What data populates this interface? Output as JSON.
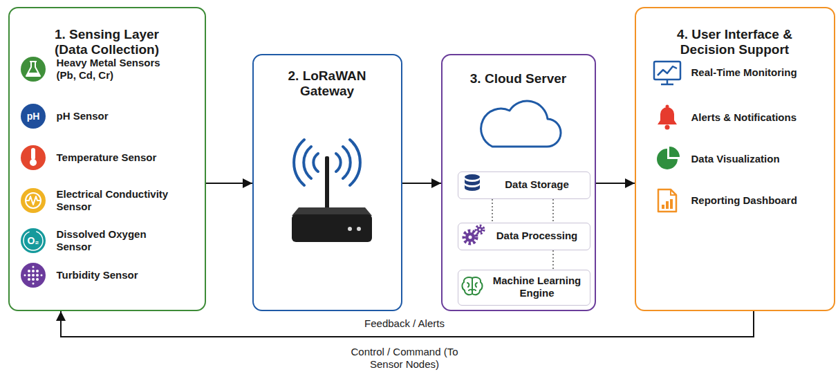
{
  "diagram": {
    "nodes": [
      {
        "text": [
          "1. Sensing Layer (Data Collection)",
          "Heavy Metal Sensors (Pb, Cd, Cr)",
          "pH Sensor",
          "Temperature Sensor",
          "Electrical Conductivity Sensor",
          "Dissolved Oxygen Sensor",
          "Turbidity Sensor"
        ]
      },
      {
        "text": [
          "2. LoRaWAN Gateway"
        ]
      },
      {
        "text": [
          "3. Cloud Server"
        ]
      },
      {
        "text": [
          "Data Storage"
        ],
        "in": 2
      },
      {
        "text": [
          "Data Processing"
        ],
        "in": 2
      },
      {
        "text": [
          "Machine Learning Engine"
        ],
        "in": 2
      },
      {
        "text": [
          "4. User Interface & Decision Support",
          "Real-Time Monitoring",
          "Alerts & Notifications",
          "Data Visualization",
          "Reporting Dashboard"
        ]
      }
    ],
    "edges": [
      {
        "from": 0,
        "to": 1,
        "arrow": "to"
      },
      {
        "from": 1,
        "to": 2,
        "arrow": "to"
      },
      {
        "from": 2,
        "to": 6,
        "arrow": "to"
      },
      {
        "from": 6,
        "to": 0,
        "label": "Feedback / Alerts",
        "arrow": "to"
      },
      {
        "from": 3,
        "to": 4,
        "arrow": "none"
      },
      {
        "from": 3,
        "to": 4,
        "arrow": "none"
      },
      {
        "from": 4,
        "to": 5,
        "arrow": "none"
      }
    ],
    "labels": [
      "pH",
      "O₂",
      "Control / Command (To Sensor Nodes)"
    ]
  }
}
